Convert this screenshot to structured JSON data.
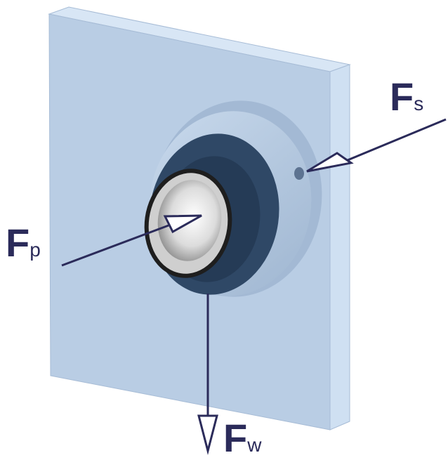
{
  "forces": {
    "fs": {
      "letter": "F",
      "subscript": "s"
    },
    "fp": {
      "letter": "F",
      "subscript": "p"
    },
    "fw": {
      "letter": "F",
      "subscript": "w"
    }
  },
  "colors": {
    "plate_front": "#b9cde4",
    "plate_side": "#cfe0f2",
    "plate_top": "#d8e6f5",
    "housing": "#b6cbe3",
    "seal_dark": "#2f4866",
    "arrow": "#2b2b5a"
  }
}
